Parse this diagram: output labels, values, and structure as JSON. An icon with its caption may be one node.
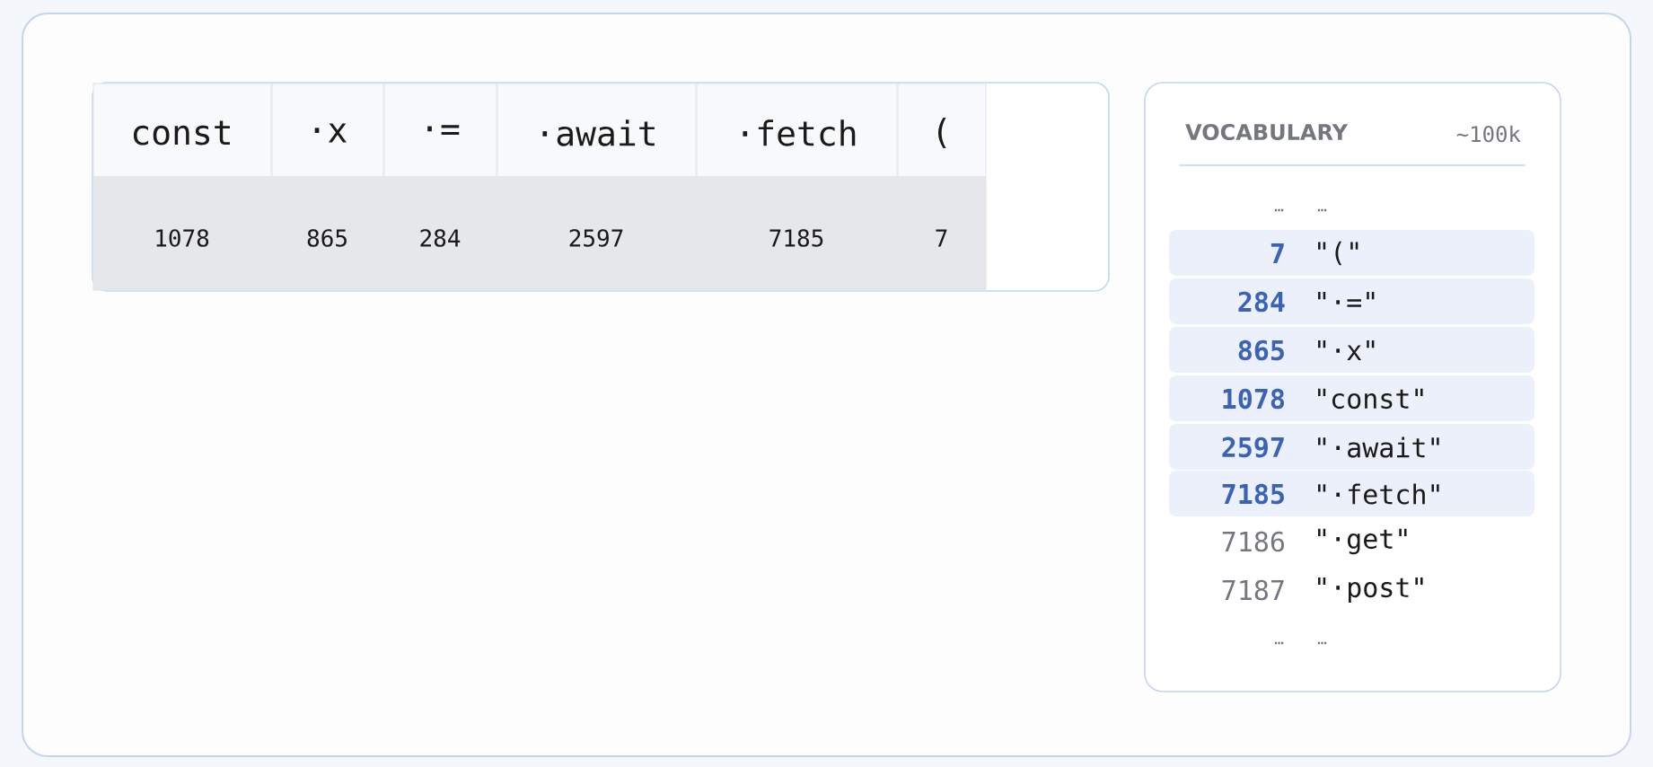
{
  "diagram": {
    "labels": [
      "const",
      "·x",
      "·=",
      "·await",
      "·fetch",
      "(",
      "1078",
      "865",
      "284",
      "2597",
      "7185",
      "7",
      "VOCABULARY",
      "~100k",
      "…",
      "…",
      "7",
      "\"(\"",
      "284",
      "\"·=\"",
      "865",
      "\"·x\"",
      "1078",
      "\"const\"",
      "2597",
      "\"·await\"",
      "7185",
      "\"·fetch\"",
      "7186",
      "\"·get\"",
      "7187",
      "\"·post\"",
      "…",
      "…"
    ]
  }
}
